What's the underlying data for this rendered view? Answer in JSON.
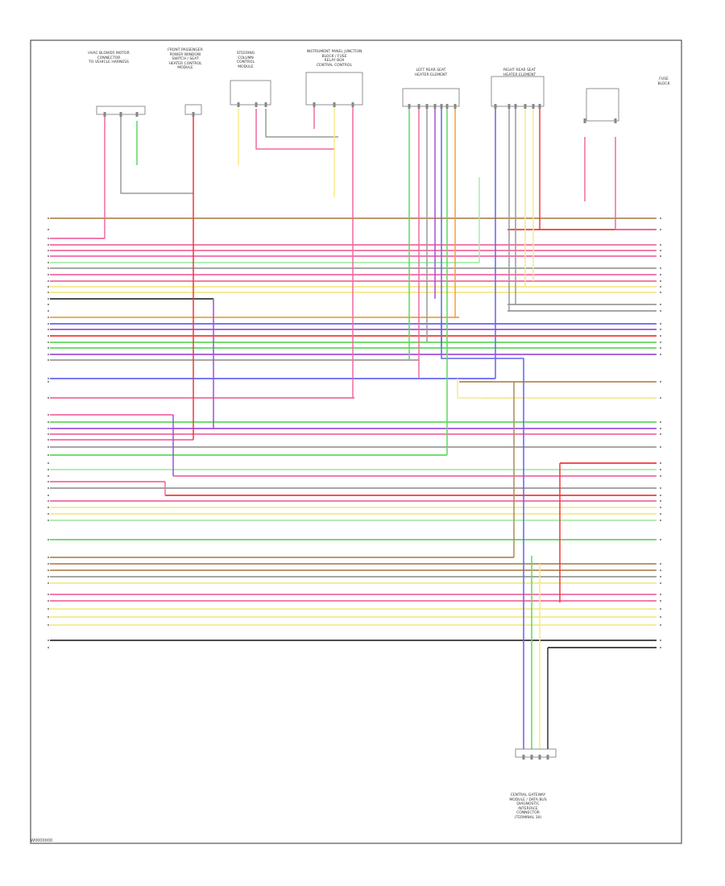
{
  "diagram_id": "W0000000",
  "connectors": [
    {
      "name": "HVAC-blower-motor-connector",
      "label": "HVAC BLOWER MOTOR\nCONNECTOR\nTO VEHICLE HARNESS"
    },
    {
      "name": "power-window-switch",
      "label": "FRONT PASSENGER\nPOWER WINDOW\nSWITCH / SEAT\nHEATER CONTROL\nMODULE"
    },
    {
      "name": "steering-column-module",
      "label": "STEERING\nCOLUMN\nCONTROL\nMODULE"
    },
    {
      "name": "instrument-panel-junction",
      "label": "INSTRUMENT PANEL JUNCTION\nBLOCK / FUSE\nRELAY BOX\nCENTRAL CONTROL"
    },
    {
      "name": "rear-seat-heater-left",
      "label": "LEFT REAR SEAT\nHEATER ELEMENT"
    },
    {
      "name": "rear-seat-heater-right",
      "label": "RIGHT REAR SEAT\nHEATER ELEMENT"
    },
    {
      "name": "fuse-block",
      "label": "FUSE\nBLOCK"
    },
    {
      "name": "central-gateway-module",
      "label": "CENTRAL GATEWAY\nMODULE / DATA BUS\nDIAGNOSTIC\nINTERFACE\nCONNECTOR\n(TERMINAL 30)"
    }
  ],
  "wire_colors": {
    "pink": "#f06aa0",
    "red": "#ee3a3a",
    "yellow": "#f5ea8a",
    "green": "#5ed85e",
    "light_green": "#a8eba8",
    "blue": "#6464ee",
    "violet": "#a050d8",
    "brown": "#b08a5a",
    "orange": "#f2a040",
    "gray": "#9a9a9a",
    "black": "#333333"
  }
}
